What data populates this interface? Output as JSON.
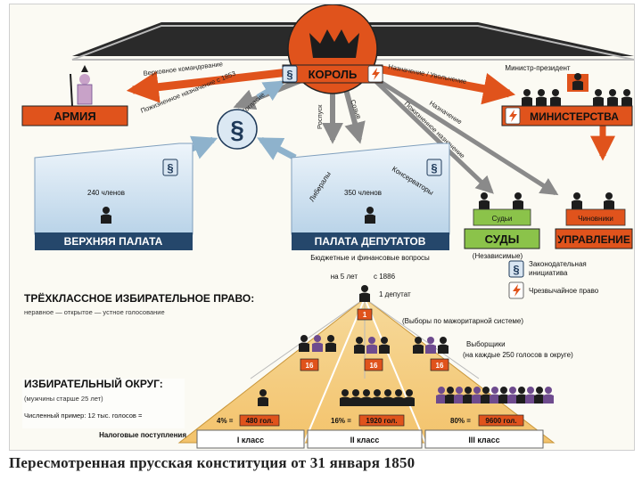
{
  "king": {
    "label": "КОРОЛЬ"
  },
  "army": {
    "label": "АРМИЯ"
  },
  "ministries": {
    "label": "МИНИСТЕРСТВА",
    "minister": "Министр-президент"
  },
  "courts": {
    "label": "СУДЫ",
    "sublabel": "Судьи",
    "note": "(Независимые)"
  },
  "administration": {
    "label": "УПРАВЛЕНИЕ",
    "sublabel": "Чиновники"
  },
  "upper_house": {
    "label": "ВЕРХНЯЯ ПАЛАТА",
    "members": "240 членов"
  },
  "chamber": {
    "label": "ПАЛАТА ДЕПУТАТОВ",
    "members": "350 членов",
    "liberals": "Либералы",
    "conservatives": "Консерваторы",
    "powers": "Бюджетные и финансовые вопросы"
  },
  "arrows": {
    "supreme_command": "Верховное командование",
    "lifetime_1853": "Пожизненное назначение с 1853",
    "consent": "Согласие",
    "dissolution": "Роспуск",
    "convocation": "Созыв",
    "appoint_dismiss": "Назначение / Увольнение",
    "appointment": "Назначение",
    "lifetime": "Пожизненное назначение"
  },
  "legend": {
    "legislative": "Законодательная инициатива",
    "emergency": "Чрезвычайное право"
  },
  "election": {
    "title": "ТРЁХКЛАССНОЕ ИЗБИРАТЕЛЬНОЕ ПРАВО:",
    "subtitle": "неравное — открытое — устное голосование",
    "term": "на 5 лет",
    "term_since": "с 1886",
    "deputy": "1 депутат",
    "one": "1",
    "majority": "(Выборы по мажоритарной системе)",
    "electors": "Выборщики",
    "electors_note": "(на каждые 250 голосов в округе)",
    "class_electors": [
      "16",
      "16",
      "16"
    ]
  },
  "district": {
    "title": "ИЗБИРАТЕЛЬНЫЙ ОКРУГ:",
    "age": "(мужчины старше 25 лет)",
    "example": "Численный пример: 12 тыс. голосов =",
    "tax": "Налоговые поступления",
    "classes": [
      {
        "label": "I класс",
        "pct": "4% =",
        "votes": "480 гол."
      },
      {
        "label": "II класс",
        "pct": "16% =",
        "votes": "1920 гол."
      },
      {
        "label": "III класс",
        "pct": "80% =",
        "votes": "9600 гол."
      }
    ]
  },
  "caption": "Пересмотренная прусская конституция от 31 января 1850"
}
